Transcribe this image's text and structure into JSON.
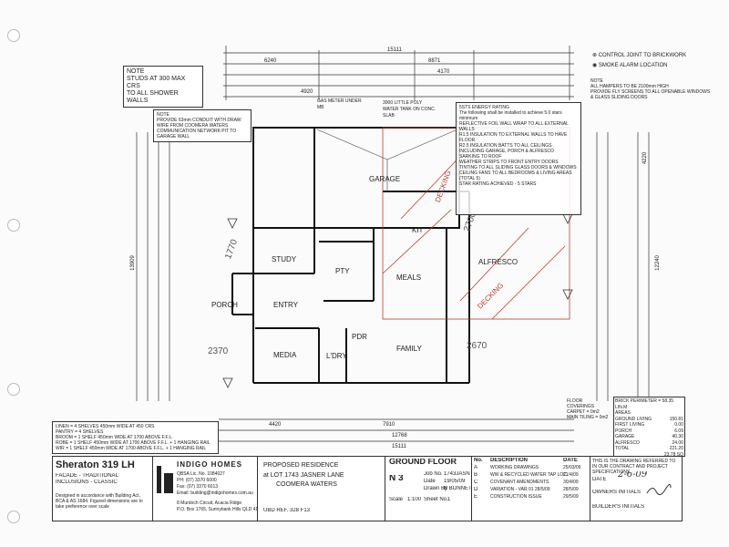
{
  "top_note": {
    "title": "NOTE",
    "line1": "STUDS AT 300 MAX CRS",
    "line2": "TO ALL SHOWER WALLS"
  },
  "conduit_note": {
    "title": "NOTE",
    "text": "PROVIDE 63mm CONDUIT WITH DRAW WIRE FROM COOMERA WATERS COMMUNICATION NETWORK PIT TO GARAGE WALL"
  },
  "water_tank": "3000 LITTLE POLY WATER TANK ON CONC. SLAB",
  "gas_meter": "GAS METER UNDER MB",
  "energy_note": {
    "title": "5STS ENERGY RATING",
    "intro": "The following shall be installed to achieve 5.0 stars minimum",
    "items": [
      "REFLECTIVE FOIL WALL WRAP TO ALL EXTERNAL WALLS",
      "R1.5 INSULATION TO EXTERNAL WALLS TO HAVE FLOOR",
      "R2.5 INSULATION BATTS TO ALL CEILINGS INCLUDING GARAGE, PORCH & ALFRESCO",
      "SARKING TO ROOF",
      "WEATHER STRIPS TO FRONT ENTRY DOORS",
      "TINTING TO ALL SLIDING GLASS DOORS & WINDOWS",
      "CEILING FANS TO ALL BEDROOMS & LIVING AREAS (TOTAL 5)",
      "STAR RATING ACHIEVED - 5 STARS"
    ]
  },
  "legend": {
    "item1": "CONTROL JOINT TO BRICKWORK",
    "item2": "SMOKE ALARM LOCATION"
  },
  "right_note": {
    "title": "NOTE",
    "line1": "ALL HAMPERS TO BE 2100mm HIGH",
    "line2": "PROVIDE FLY SCREENS TO ALL OPENABLE WINDOWS & GLASS SLIDING DOORS"
  },
  "rooms": {
    "garage": "GARAGE",
    "study": "STUDY",
    "entry": "ENTRY",
    "porch": "PORCH",
    "media": "MEDIA",
    "meals": "MEALS",
    "family": "FAMILY",
    "kit": "KIT",
    "pty": "PTY",
    "alfresco": "ALFRESCO",
    "ldry": "L'DRY",
    "pdr": "PDR",
    "decking1": "DECKING",
    "decking2": "DECKING"
  },
  "dims": {
    "overall_top": "15111",
    "overall_bottom": "15111",
    "top_6240": "6240",
    "top_8871": "8871",
    "top_4920": "4920",
    "top_4170": "4170",
    "bot_4420": "4420",
    "bot_7910": "7910",
    "bot_12768": "12768",
    "left_13909": "13909",
    "right_12240": "12240",
    "right_4220": "4220",
    "hand_2370": "2370",
    "hand_2670": "2670",
    "hand_1770": "1770",
    "hand_2700": "2700"
  },
  "floor_area": {
    "title": "BRICK PERIMETER = 58.35 LIN.M",
    "header": "AREAS",
    "rows": [
      [
        "GROUND LIVING",
        "150.81"
      ],
      [
        "FIRST LIVING",
        "0.00"
      ],
      [
        "PORCH",
        "6.09"
      ],
      [
        "GARAGE",
        "40.30"
      ],
      [
        "ALFRESCO",
        "24.00"
      ],
      [
        "TOTAL",
        "221.20"
      ]
    ],
    "squares": "23.78 SQ"
  },
  "floor_coverings": {
    "title": "FLOOR COVERINGS",
    "line1": "CARPET = 0m2",
    "line2": "MAIN TILING = 0m2"
  },
  "inclusions": {
    "l1": "LINEN = 4 SHELVES 450mm WIDE AT 450 CRS",
    "l2": "PANTRY = 4 SHELVES",
    "l3": "BROOM = 1 SHELF 450mm WIDE AT 1700 ABOVE F.F.L.",
    "l4": "ROBE = 1 SHELF 450mm WIDE AT 1700 ABOVE F.F.L. + 1 HANGING RAIL",
    "l5": "WIR = 1 SHELF 450mm WIDE AT 1700 ABOVE F.F.L. + 1 HANGING RAIL"
  },
  "title_block": {
    "house": "Sheraton 319 LH",
    "facade": "FACADE - TRADITIONAL",
    "inclusions": "INCLUSIONS - CLASSIC",
    "compliance": "Designed in accordance with Building Act, BCA & AS 1684. Figured dimensions are to take preference over scale",
    "company": "INDIGO HOMES",
    "licence": "QBSA Lic. No. 1084027",
    "ph": "PH: (07) 3370 6000",
    "fax": "Fax: (07) 3370 6013",
    "email": "Email: building@indigohomes.com.au",
    "address1": "8 Murdoch Circuit, Acacia Ridge",
    "address2": "P.O. Box 1765, Sunnybank Hills QLD 4109",
    "project": "PROPOSED RESIDENCE",
    "lot": "at  LOT 1743 JASNER LANE",
    "suburb": "COOMERA WATERS",
    "ubd": "UBD REF. 328 F13",
    "sheet_title": "GROUND FLOOR",
    "sheet_code": "N 3",
    "job_label": "Job No.",
    "job": "1743JASN",
    "date_label": "Date",
    "date": "19/05/09",
    "drawn_label": "Drawn By",
    "drawn": "B BONNETT",
    "scale_label": "Scale",
    "scale": "1:100",
    "sheet_label": "Sheet No.",
    "sheet": "1",
    "rev_header": [
      "No.",
      "DESCRIPTION",
      "DATE"
    ],
    "revisions": [
      [
        "A",
        "WORKING DRAWINGS",
        "25/03/09"
      ],
      [
        "B",
        "WW & RECYCLED WATER TAP LOC",
        "21/4/09"
      ],
      [
        "C",
        "COVENANT AMENDMENTS",
        "30/4/09"
      ],
      [
        "D",
        "VARIATION - VAR 01 28/5/09",
        "28/5/09"
      ],
      [
        "E",
        "CONSTRUCTION ISSUE",
        "29/5/09"
      ]
    ],
    "approval": "THIS IS THE DRAWING REFERRED TO IN OUR CONTRACT AND PROJECT SPECIFICATIONS",
    "date_sig": "DATE",
    "date_hand": "2-6-09",
    "owners": "OWNERS INITIALS",
    "builders": "BUILDER'S INITIALS"
  }
}
